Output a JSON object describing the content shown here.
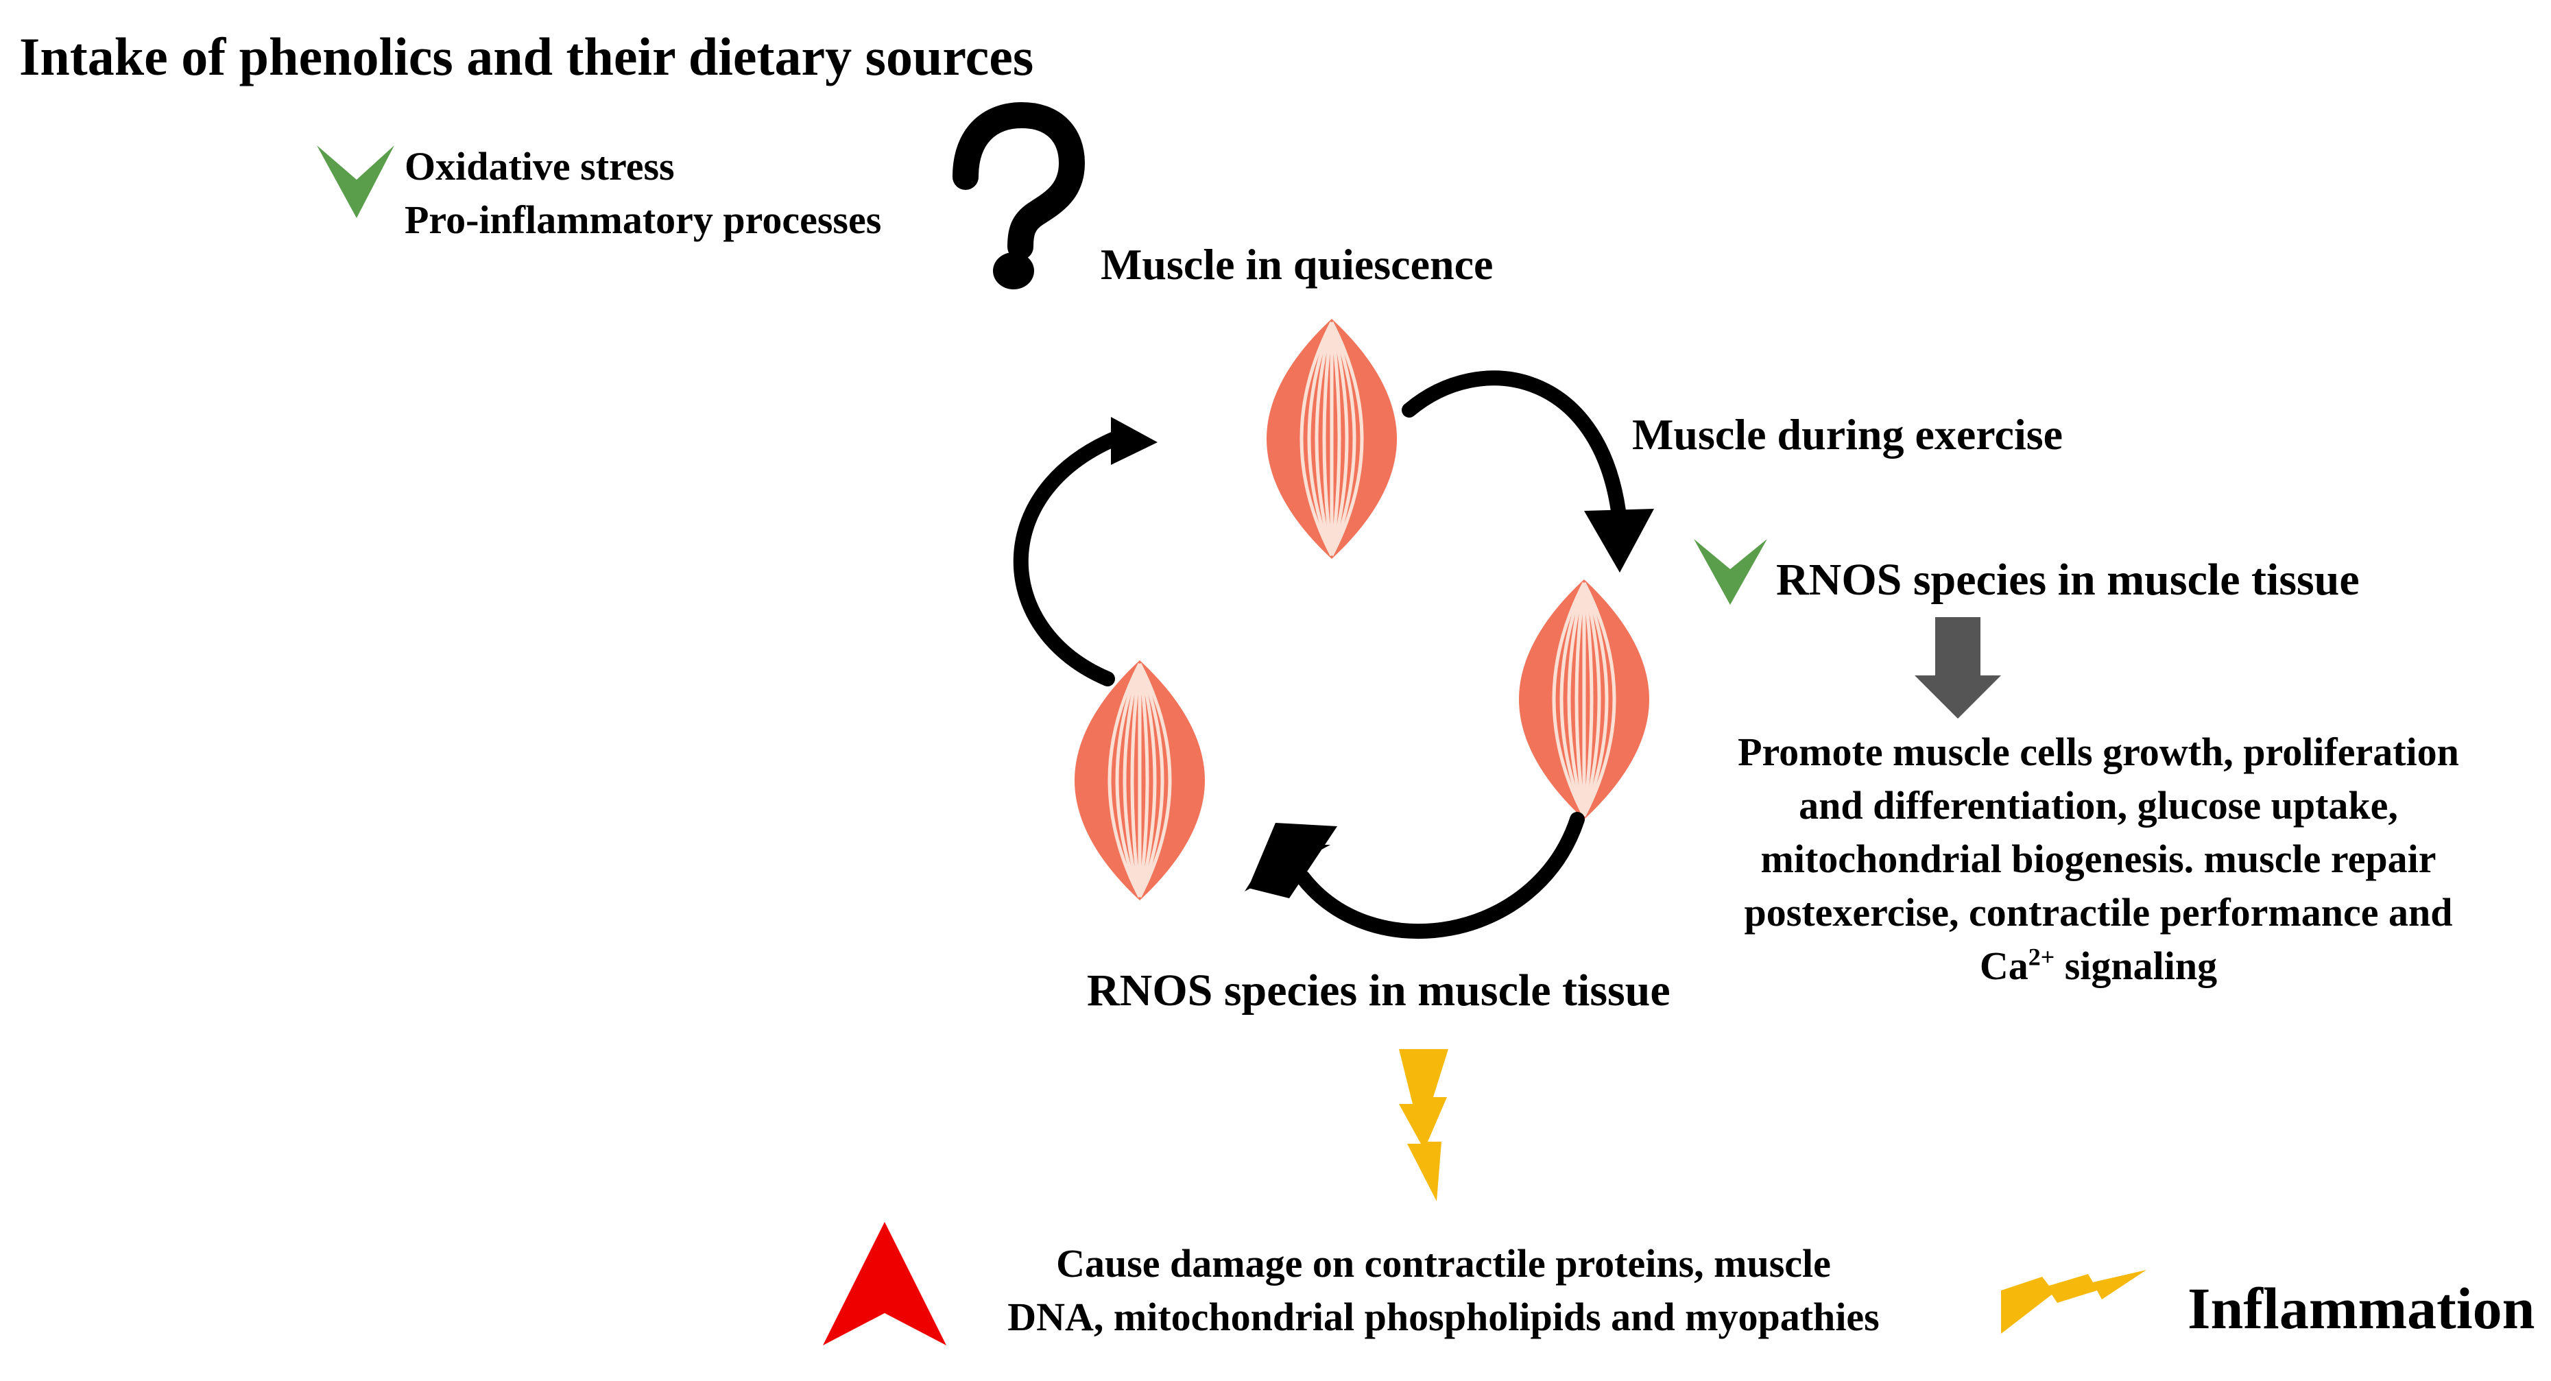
{
  "title": "Intake of phenolics and their dietary sources",
  "phenolic_effects": {
    "line1": "Oxidative stress",
    "line2": "Pro-inflammatory processes",
    "question_mark": "?"
  },
  "cycle": {
    "quiescence_label": "Muscle in quiescence",
    "exercise_label": "Muscle during exercise",
    "rnos_right_label": "RNOS species in muscle tissue",
    "rnos_bottom_label": "RNOS species in muscle tissue"
  },
  "beneficial_effects": {
    "line1": "Promote muscle cells growth, proliferation",
    "line2": "and differentiation, glucose uptake,",
    "line3": "mitochondrial biogenesis. muscle repair",
    "line4": "postexercise, contractile performance and",
    "line5_prefix": "Ca",
    "line5_sup": "2+",
    "line5_suffix": " signaling"
  },
  "harmful_effects": {
    "line1": "Cause damage on contractile proteins, muscle",
    "line2": "DNA, mitochondrial phospholipids and myopathies"
  },
  "inflammation_label": "Inflammation",
  "colors": {
    "decrease_arrow": "#5a9e4b",
    "increase_arrow": "#ee0000",
    "muscle_fill": "#f0735a",
    "muscle_stripe": "#fbe0d6",
    "lightning": "#f7b80c",
    "down_arrow": "#555555",
    "cycle_arrow": "#000000"
  },
  "icons": [
    "down-triangle-green-icon",
    "question-mark-icon",
    "muscle-icon",
    "curved-arrow-icon",
    "down-arrow-gray-icon",
    "lightning-bolt-icon",
    "up-triangle-red-icon"
  ]
}
